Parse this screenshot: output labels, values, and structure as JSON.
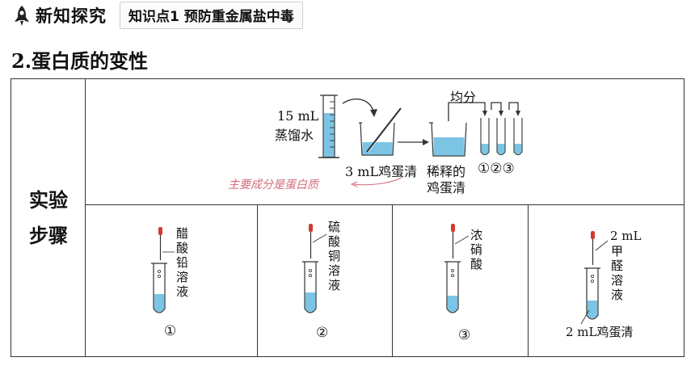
{
  "header": {
    "section_title": "新知探究",
    "knowledge_point": "知识点1  预防重金属盐中毒"
  },
  "subtitle": "2.蛋白质的变性",
  "table": {
    "row_header": "实验步骤",
    "top_cell": {
      "water_label_1": "15 mL",
      "water_label_2": "蒸馏水",
      "egg_white_label": "3 mL鸡蛋清",
      "split_label": "均分",
      "diluted_label_1": "稀释的",
      "diluted_label_2": "鸡蛋清",
      "tube_numbers": "①②③",
      "annotation": "主要成分是蛋白质"
    },
    "bottom_cells": [
      {
        "reagent": "醋酸铅溶液",
        "number": "①"
      },
      {
        "reagent": "硫酸铜溶液",
        "number": "②"
      },
      {
        "reagent": "浓硝酸",
        "number": "③"
      },
      {
        "reagent_top": "2 mL",
        "reagent": "甲醛溶液",
        "bottom_label": "2 mL鸡蛋清"
      }
    ]
  },
  "colors": {
    "liquid": "#7cc4e4",
    "dropper_tip": "#d43a2f",
    "annotation": "#d26b7a"
  }
}
